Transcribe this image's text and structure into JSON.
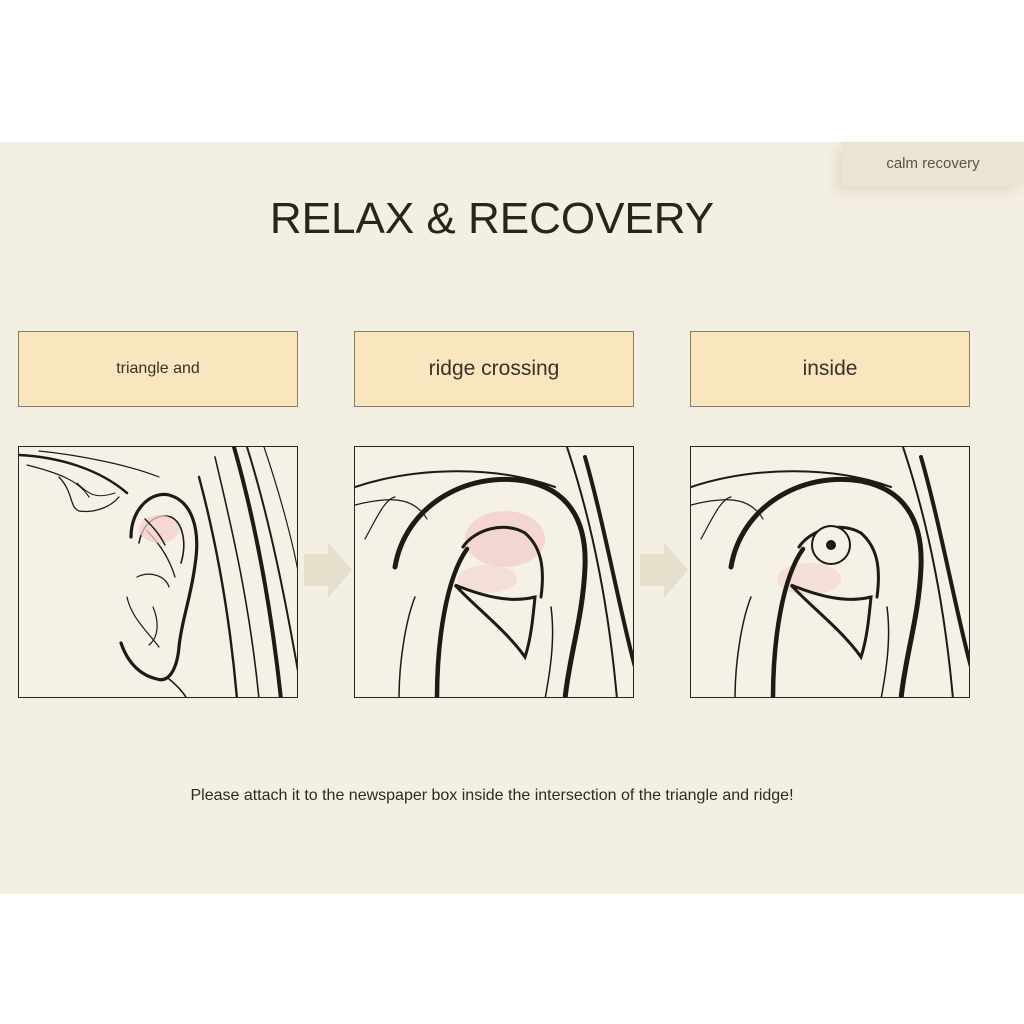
{
  "brand_tag": "calm recovery",
  "title": "RELAX & RECOVERY",
  "steps": [
    {
      "label": "triangle and"
    },
    {
      "label": "ridge crossing"
    },
    {
      "label": "inside"
    }
  ],
  "instruction": "Please attach it to the newspaper box inside the intersection of the triangle and ridge!",
  "colors": {
    "board_background": "#f4efe3",
    "label_fill": "#f9e6bf",
    "highlight_pink": "#f3cfc9",
    "line": "#1e1a16",
    "arrow": "#e6dfcc"
  }
}
